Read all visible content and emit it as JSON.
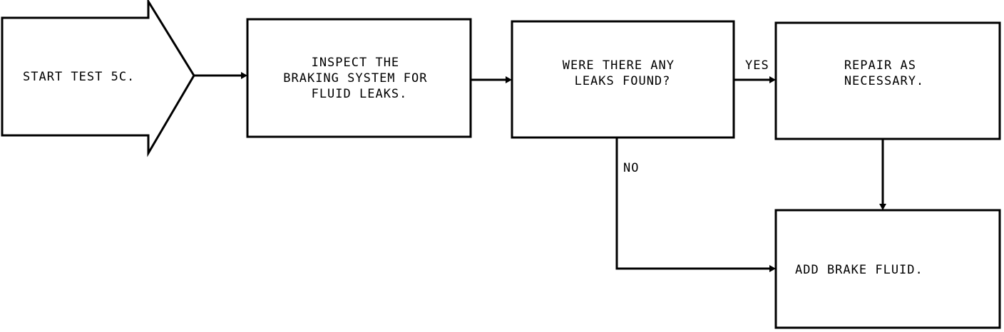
{
  "diagram": {
    "start": {
      "label": "START TEST 5C."
    },
    "inspect": {
      "lines": [
        "INSPECT THE",
        "BRAKING SYSTEM FOR",
        "FLUID LEAKS."
      ]
    },
    "decision": {
      "lines": [
        "WERE THERE ANY",
        "LEAKS FOUND?"
      ]
    },
    "repair": {
      "lines": [
        "REPAIR AS",
        "NECESSARY."
      ]
    },
    "add_fluid": {
      "label": "ADD BRAKE FLUID."
    },
    "edges": {
      "yes_label": "YES",
      "no_label": "NO"
    }
  }
}
